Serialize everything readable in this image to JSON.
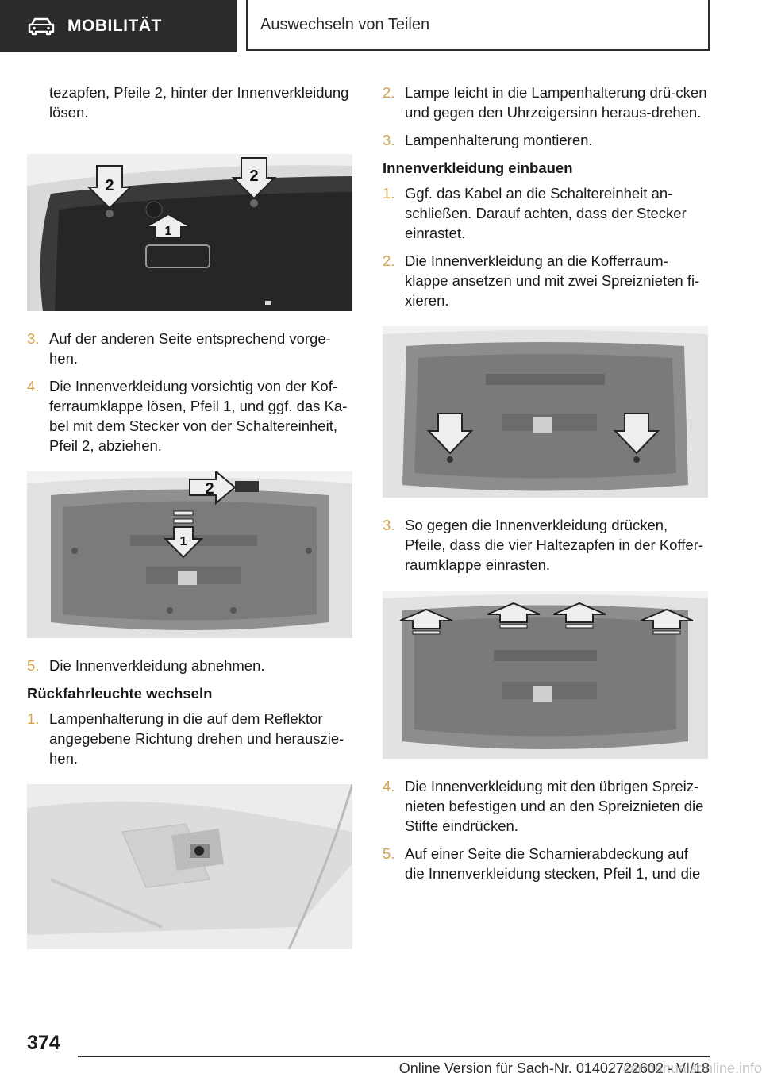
{
  "header": {
    "section_label": "MOBILITÄT",
    "section_icon": "car-icon",
    "chapter_title": "Auswechseln von Teilen"
  },
  "left": {
    "intro": "tezapfen, Pfeile 2, hinter der Innenverkleidung lösen.",
    "fig1_labels": [
      "2",
      "2",
      "1"
    ],
    "steps_a": [
      {
        "num": "3.",
        "text": "Auf der anderen Seite entsprechend vorge-hen."
      },
      {
        "num": "4.",
        "text": "Die Innenverkleidung vorsichtig von der Kof-ferraumklappe lösen, Pfeil 1, und ggf. das Ka-bel mit dem Stecker von der Schaltereinheit, Pfeil 2, abziehen."
      }
    ],
    "fig2_labels": [
      "2",
      "1"
    ],
    "steps_b": [
      {
        "num": "5.",
        "text": "Die Innenverkleidung abnehmen."
      }
    ],
    "subheading": "Rückfahrleuchte wechseln",
    "steps_c": [
      {
        "num": "1.",
        "text": "Lampenhalterung in die auf dem Reflektor angegebene Richtung drehen und herauszie-hen."
      }
    ]
  },
  "right": {
    "steps_a": [
      {
        "num": "2.",
        "text": "Lampe leicht in die Lampenhalterung drü-cken und gegen den Uhrzeigersinn heraus-drehen."
      },
      {
        "num": "3.",
        "text": "Lampenhalterung montieren."
      }
    ],
    "subheading": "Innenverkleidung einbauen",
    "steps_b": [
      {
        "num": "1.",
        "text": "Ggf. das Kabel an die Schaltereinheit an-schließen. Darauf achten, dass der Stecker einrastet."
      },
      {
        "num": "2.",
        "text": "Die Innenverkleidung an die Kofferraum-klappe ansetzen und mit zwei Spreiznieten fi-xieren."
      }
    ],
    "steps_c": [
      {
        "num": "3.",
        "text": "So gegen die Innenverkleidung drücken, Pfeile, dass die vier Haltezapfen in der Koffer-raumklappe einrasten."
      }
    ],
    "steps_d": [
      {
        "num": "4.",
        "text": "Die Innenverkleidung mit den übrigen Spreiz-nieten befestigen und an den Spreiznieten die Stifte eindrücken."
      },
      {
        "num": "5.",
        "text": "Auf einer Seite die Scharnierabdeckung auf die Innenverkleidung stecken, Pfeil 1, und die"
      }
    ]
  },
  "footer": {
    "page_number": "374",
    "text": "Online Version für Sach-Nr. 01402722602 - VI/18",
    "watermark": "carmanualsonline.info"
  },
  "colors": {
    "accent": "#d2a24c",
    "header_bg": "#2b2b2b"
  }
}
